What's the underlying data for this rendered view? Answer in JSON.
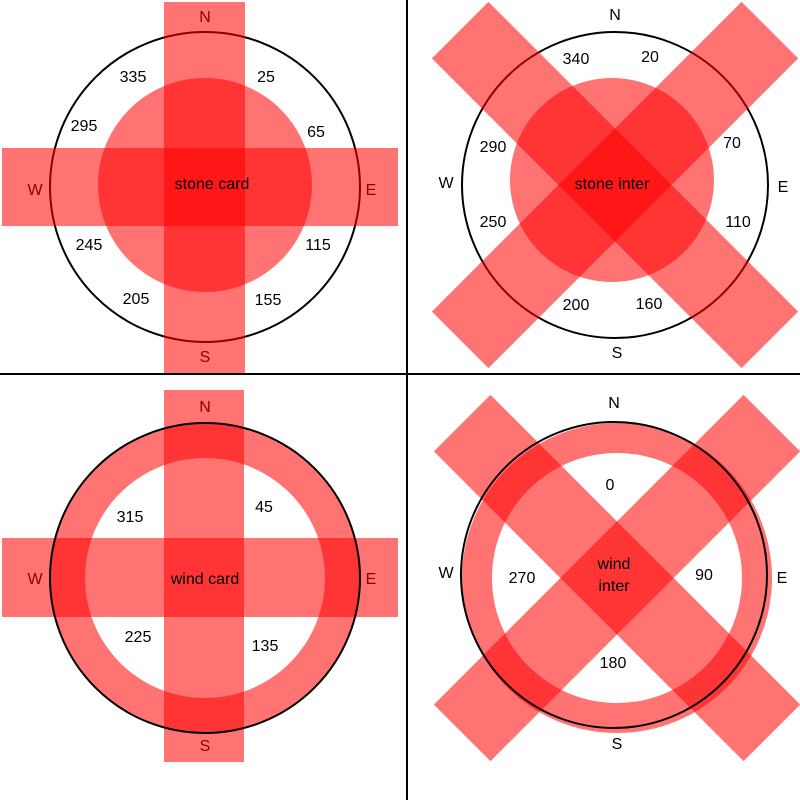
{
  "colors": {
    "shape_fill": "#ff0000",
    "shape_opacity": 0.55,
    "circle_stroke": "#000000",
    "direction_red": "#8b0000",
    "divider": "#000000"
  },
  "panels": [
    {
      "id": "stone-card",
      "center_label": "stone card",
      "directions": {
        "n": "N",
        "e": "E",
        "s": "S",
        "w": "W"
      },
      "numbers": [
        "335",
        "25",
        "295",
        "65",
        "245",
        "115",
        "205",
        "155"
      ]
    },
    {
      "id": "stone-inter",
      "center_label": "stone inter",
      "directions": {
        "n": "N",
        "e": "E",
        "s": "S",
        "w": "W"
      },
      "numbers": [
        "340",
        "20",
        "290",
        "70",
        "250",
        "110",
        "200",
        "160"
      ]
    },
    {
      "id": "wind-card",
      "center_label": "wind card",
      "directions": {
        "n": "N",
        "e": "E",
        "s": "S",
        "w": "W"
      },
      "numbers": [
        "315",
        "45",
        "225",
        "135"
      ]
    },
    {
      "id": "wind-inter",
      "center_label_line1": "wind",
      "center_label_line2": "inter",
      "directions": {
        "n": "N",
        "e": "E",
        "s": "S",
        "w": "W"
      },
      "numbers": [
        "0",
        "270",
        "90",
        "180"
      ]
    }
  ]
}
